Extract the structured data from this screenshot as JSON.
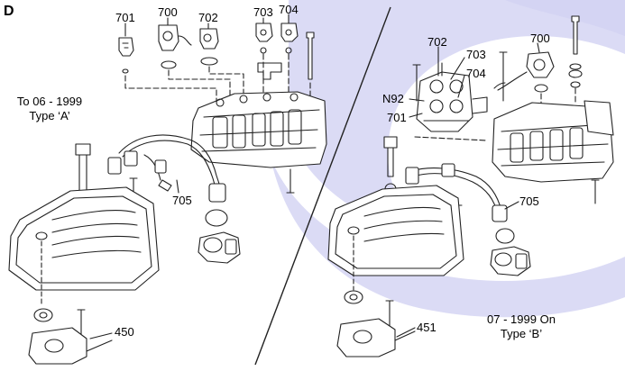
{
  "section_letter": "D",
  "left": {
    "caption_line1": "To 06 - 1999",
    "caption_line2": "Type ‘A’",
    "callouts": [
      "701",
      "700",
      "702",
      "703",
      "704",
      "705",
      "450"
    ]
  },
  "right": {
    "caption_line1": "07 - 1999 On",
    "caption_line2": "Type ‘B’",
    "callouts": [
      "702",
      "700",
      "703",
      "704",
      "N92",
      "701",
      "705",
      "451"
    ]
  },
  "colors": {
    "watermark": "#c9c9ef",
    "ink": "#222222"
  }
}
